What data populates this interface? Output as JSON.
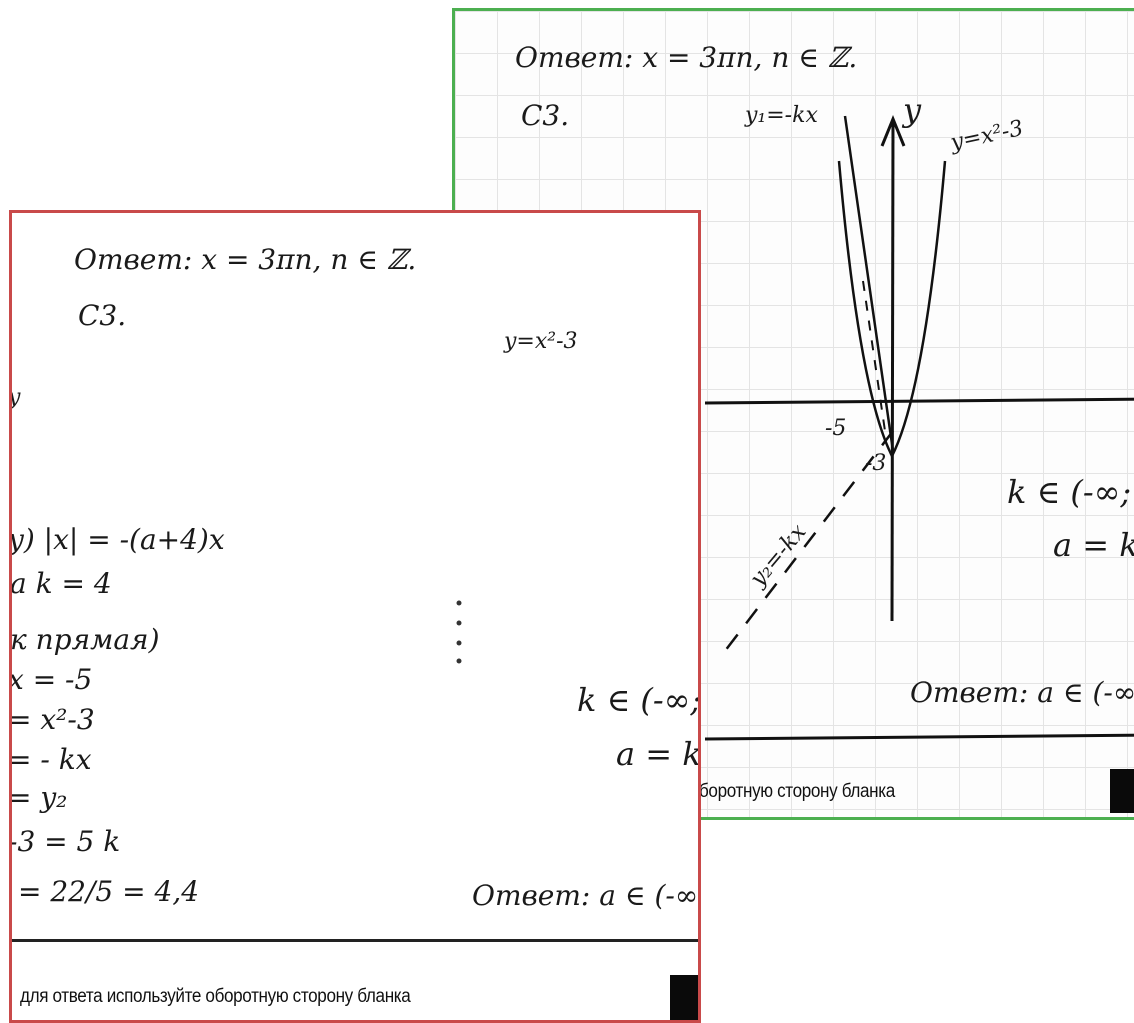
{
  "back_sheet": {
    "answer_line": "Ответ: x = 3πn, n ∈ ℤ.",
    "task_label": "С3.",
    "y_axis_label": "y",
    "curve_label_parabola": "y=x²-3",
    "curve_label_line_top": "y₁=-kx",
    "curve_label_line_bottom": "y₂=-kx",
    "tick_minus5": "-5",
    "tick_minus3": "-3",
    "k_range": "k ∈ (-∞;",
    "a_eq": "a = k",
    "final_answer": "Ответ: a ∈ (-∞",
    "footer": "боротную сторону бланка"
  },
  "front_sheet": {
    "answer_line": "Ответ: x = 3πn, n ∈ ℤ.",
    "task_label": "С3.",
    "curve_label_parabola": "y=x²-3",
    "work_lines": [
      "y) |x| = -(a+4)x",
      "a k = 4",
      "к прямая)",
      "x = -5",
      "= x²-3",
      "= - kx",
      "= y₂",
      "-3 = 5 k",
      "= 22/5 = 4,4"
    ],
    "k_range": "k ∈ (-∞;",
    "a_eq": "a = k",
    "final_answer": "Ответ: a ∈ (-∞",
    "footer": "для ответа используйте оборотную сторону бланка",
    "edge_mark": "y"
  },
  "colors": {
    "back_border": "#4caf50",
    "front_border": "#c94a4a",
    "ink": "#1a1a1a"
  }
}
